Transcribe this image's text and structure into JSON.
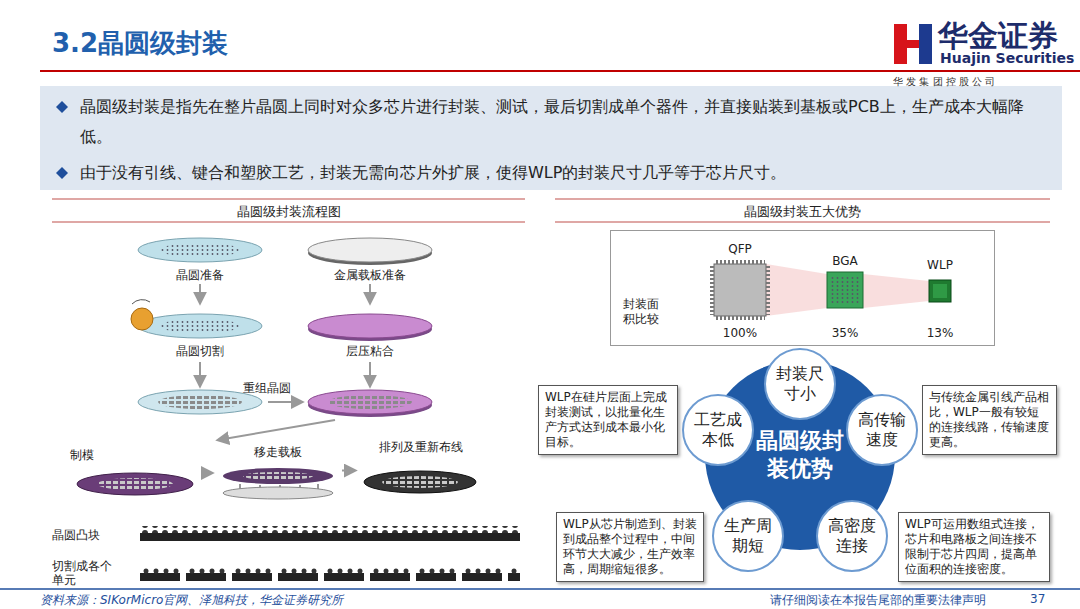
{
  "diagram": {
    "title": "3.2晶圆级封装",
    "nodes": [
      {
        "text": [
          "晶圆级封装是指先在整片晶圆上同时对众多芯片进行封装、测试，最后切割成单个器件，并直接贴装到基板或PCB上，生产成本大幅降低。",
          "由于没有引线、键合和塑胶工艺，封装无需向芯片外扩展，使得WLP的封装尺寸几乎等于芯片尺寸。"
        ]
      },
      {
        "text": [
          "晶圆准备"
        ]
      },
      {
        "text": [
          "金属载板准备"
        ]
      },
      {
        "text": [
          "晶圆切割"
        ]
      },
      {
        "text": [
          "层压粘合"
        ]
      },
      {
        "text": [
          "制模"
        ]
      },
      {
        "text": [
          "移走载板"
        ]
      },
      {
        "text": [
          "排列及重新布线"
        ]
      },
      {
        "text": [
          "晶圆凸块"
        ]
      },
      {
        "text": [
          "切割成各个单元"
        ]
      },
      {
        "text": [
          "封装面积比较"
        ]
      },
      {
        "text": [
          "晶圆级封装优势"
        ]
      },
      {
        "text": [
          "封装尺寸小"
        ]
      },
      {
        "text": [
          "工艺成本低"
        ]
      },
      {
        "text": [
          "高传输速度"
        ]
      },
      {
        "text": [
          "生产周期短"
        ]
      },
      {
        "text": [
          "高密度连接"
        ]
      },
      {
        "text": [
          "WLP在硅片层面上完成封装测试，以批量化生产方式达到成本最小化目标。"
        ]
      },
      {
        "text": [
          "与传统金属引线产品相比，WLP一般有较短的连接线路，传输速度更高。"
        ]
      },
      {
        "text": [
          "WLP从芯片制造到、封装到成品整个过程中，中间环节大大减少，生产效率高，周期缩短很多。"
        ]
      },
      {
        "text": [
          "WLP可运用数组式连接，芯片和电路板之间连接不限制于芯片四周，提高单位面积的连接密度。"
        ]
      }
    ],
    "edges": [
      {
        "from": 1,
        "to": 3,
        "arrow": "to"
      },
      {
        "from": 2,
        "to": 4,
        "arrow": "to"
      },
      {
        "from": 5,
        "to": 6,
        "arrow": "to"
      },
      {
        "from": 6,
        "to": 7,
        "arrow": "to"
      }
    ],
    "labels": [
      "华金证券",
      "Huajin Securities",
      "华 发 集 团 控 股 公 司",
      "晶圆级封装流程图",
      "晶圆级封装五大优势",
      "重组晶圆",
      "QFP",
      "BGA",
      "WLP",
      "100%",
      "35%",
      "13%",
      "资料来源：SIKorMicro官网、泽旭科技，华金证券研究所",
      "请仔细阅读在本报告尾部的重要法律声明",
      "37"
    ]
  }
}
